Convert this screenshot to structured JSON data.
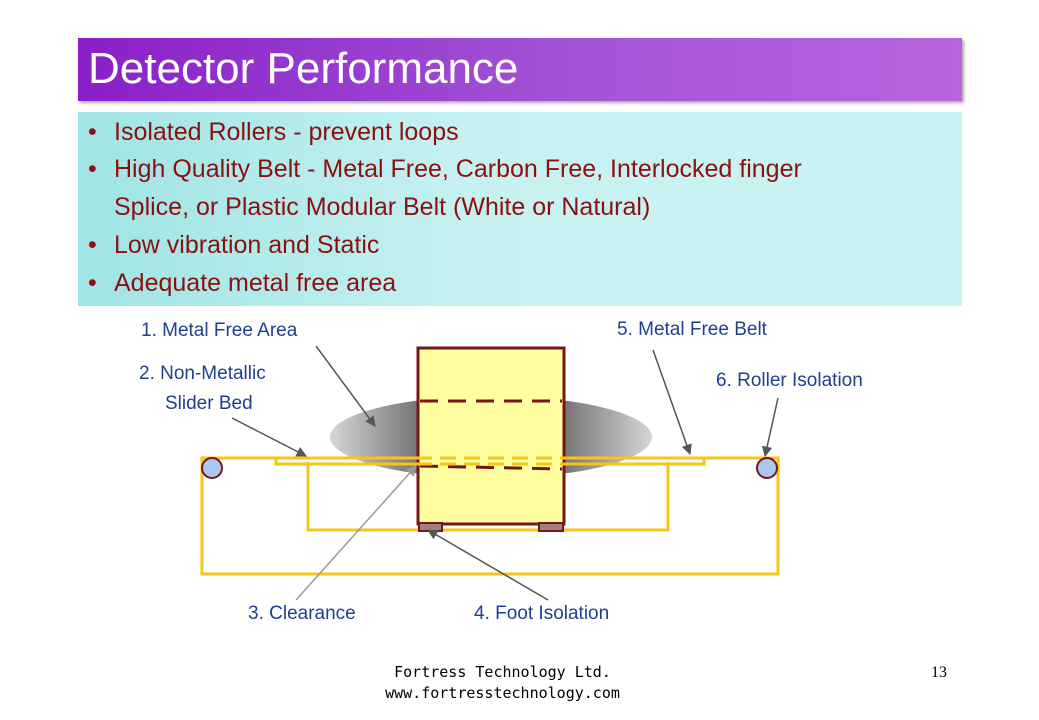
{
  "slide": {
    "title": "Detector Performance",
    "bullets": [
      {
        "lines": [
          "Isolated Rollers - prevent loops"
        ]
      },
      {
        "lines": [
          "High Quality Belt - Metal Free, Carbon Free, Interlocked finger",
          "Splice, or Plastic Modular Belt (White or Natural)"
        ]
      },
      {
        "lines": [
          "Low vibration and Static"
        ]
      },
      {
        "lines": [
          "Adequate metal free area"
        ]
      }
    ],
    "bullet_char": "•"
  },
  "diagram": {
    "labels": {
      "metal_free_area": "1. Metal Free Area",
      "non_metallic_1": "2. Non-Metallic",
      "non_metallic_2": "Slider Bed",
      "clearance": "3. Clearance",
      "foot_isolation": "4. Foot Isolation",
      "metal_free_belt": "5. Metal Free Belt",
      "roller_isolation": "6. Roller Isolation"
    },
    "colors": {
      "frame": "#f5c518",
      "detector_fill": "#ffffa0",
      "detector_border": "#7a1515",
      "roller": "#a9c8ee",
      "label": "#1f3f8f"
    }
  },
  "footer": {
    "company": "Fortress Technology Ltd.",
    "website": "www.fortresstechnology.com",
    "page_number": "13"
  }
}
